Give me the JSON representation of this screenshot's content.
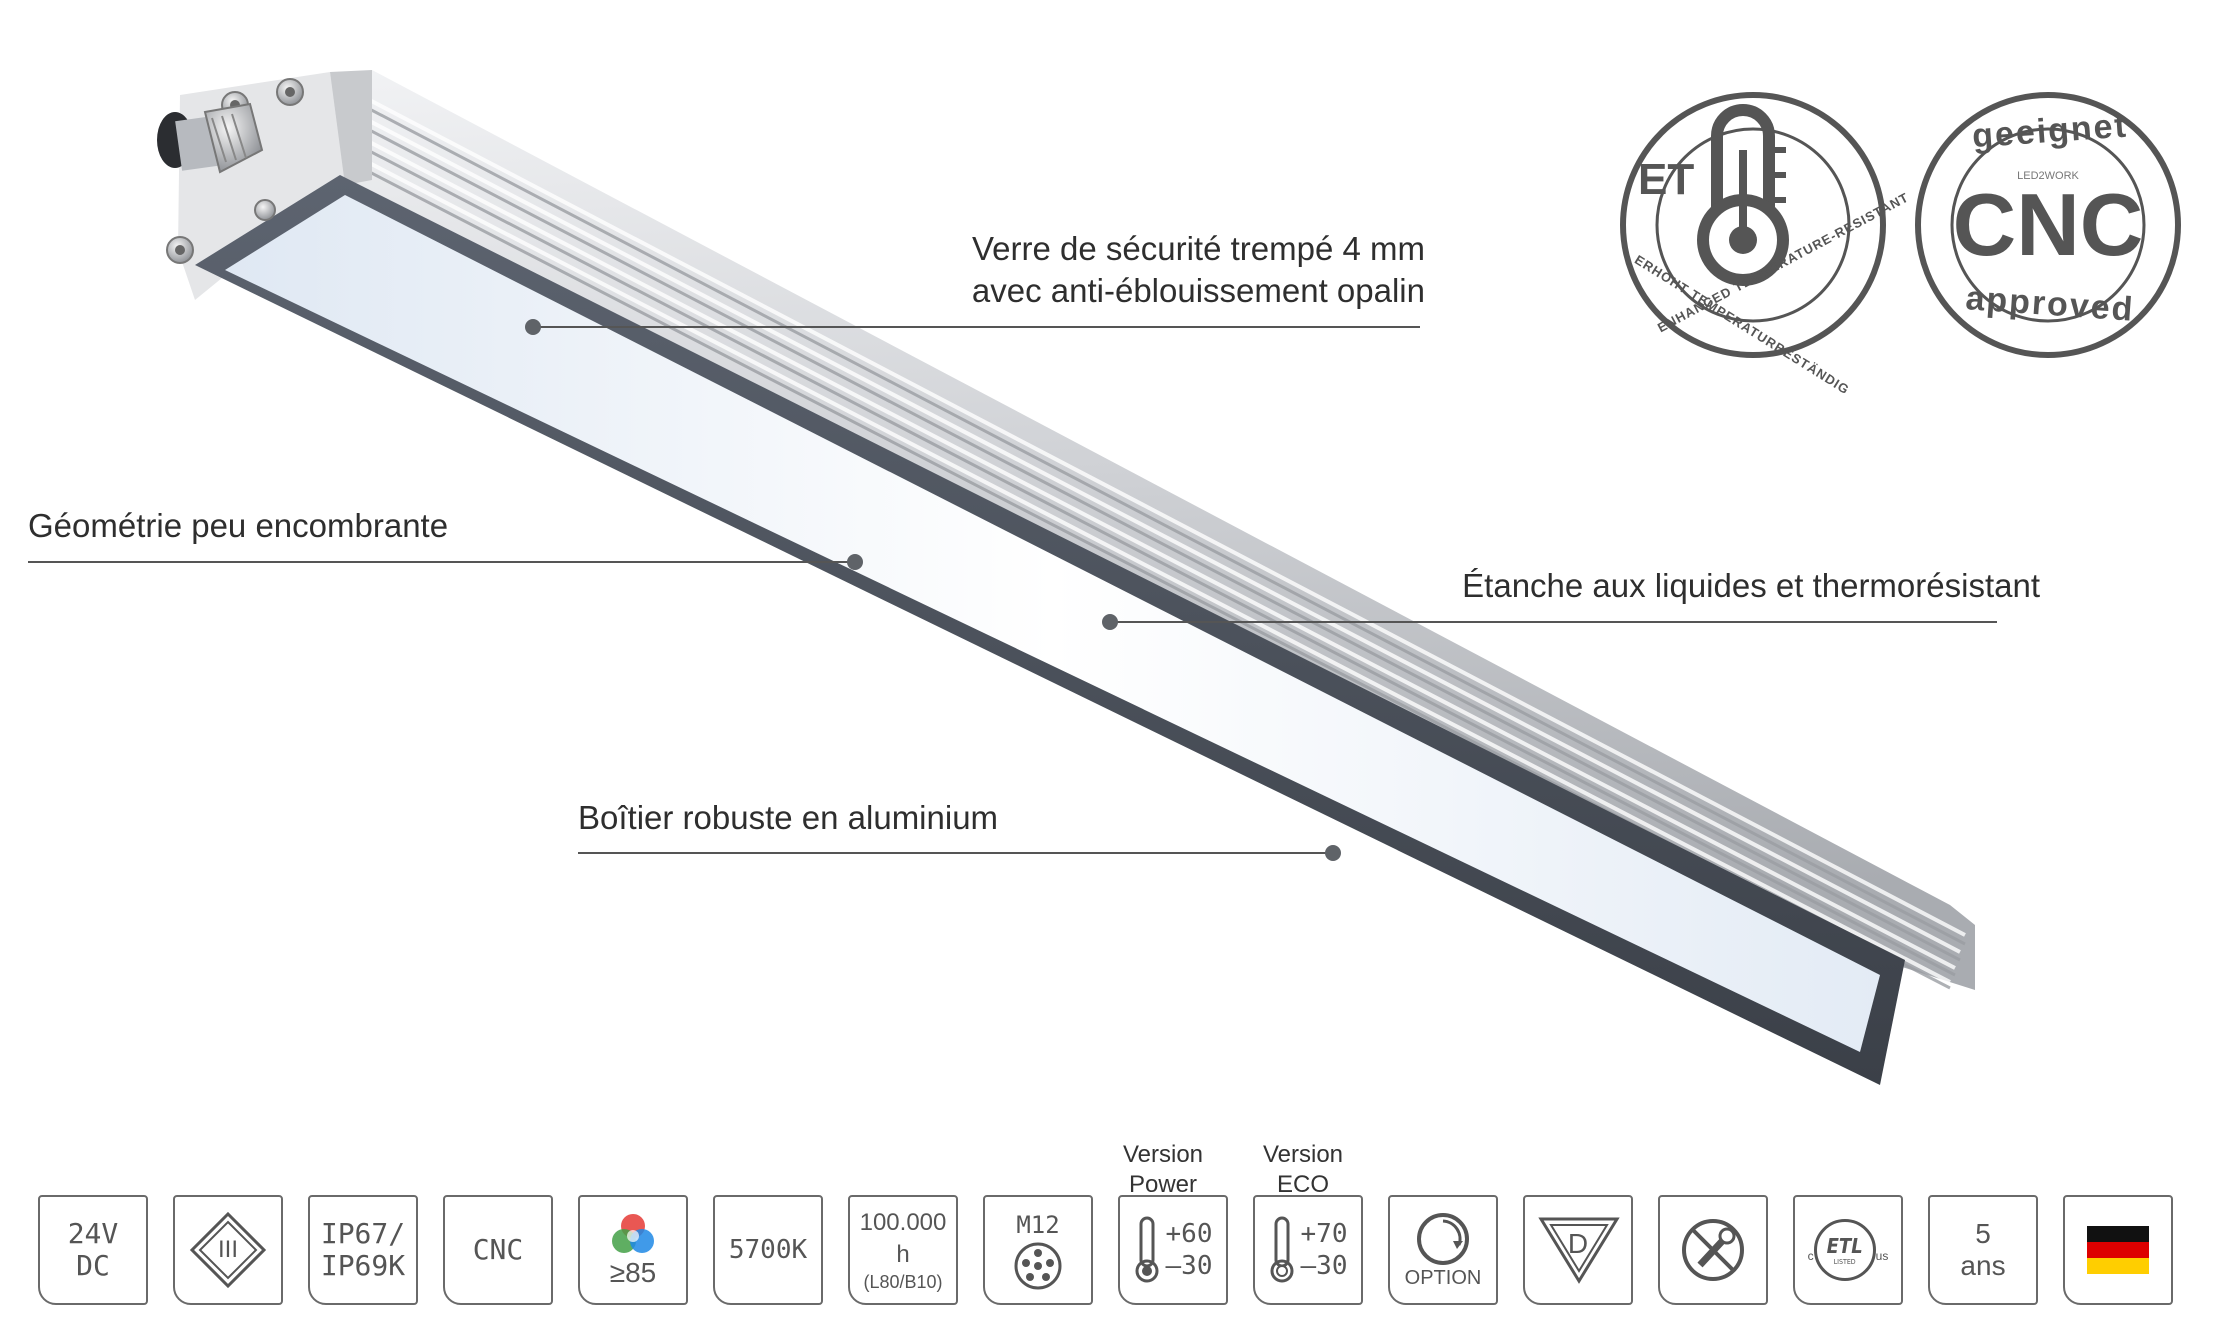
{
  "callouts": {
    "glass_line1": "Verre de sécurité trempé 4 mm",
    "glass_line2": "avec anti-éblouissement opalin",
    "geometry": "Géométrie peu encombrante",
    "sealed": "Étanche aux liquides et thermorésistant",
    "housing": "Boîtier robuste en aluminium"
  },
  "badges": {
    "et": {
      "center_text": "ET",
      "ring_text_en": "ENHANCED TEMPERATURE-RESISTANT",
      "ring_text_de": "ERHÖHT TEMPERATURBESTÄNDIG"
    },
    "cnc": {
      "top_text": "geeignet",
      "brand_text": "LED2WORK",
      "center_text": "CNC",
      "bottom_text": "approved"
    }
  },
  "version_labels": {
    "power_line1": "Version",
    "power_line2": "Power",
    "eco_line1": "Version",
    "eco_line2": "ECO"
  },
  "specs": {
    "voltage_line1": "24V",
    "voltage_line2": "DC",
    "protection_class": "III",
    "ip_line1": "IP67/",
    "ip_line2": "IP69K",
    "cnc": "CNC",
    "cri": "≥85",
    "color_temp": "5700K",
    "lifetime_line1": "100.000 h",
    "lifetime_line2": "(L80/B10)",
    "connector": "M12",
    "power_temp_max": "+60",
    "power_temp_min": "–30",
    "eco_temp_max": "+70",
    "eco_temp_min": "–30",
    "option": "OPTION",
    "d_mark": "D",
    "etl_c": "c",
    "etl_mark": "ETL",
    "etl_us": "us",
    "etl_listed": "LISTED",
    "warranty_number": "5",
    "warranty_unit": "ans"
  },
  "colors": {
    "flag_black": "#111111",
    "flag_red": "#dd0000",
    "flag_gold": "#ffce00",
    "badge_gray": "#555555",
    "aluminium": "#c9cbcf",
    "panel_glow": "#eef4fb"
  }
}
